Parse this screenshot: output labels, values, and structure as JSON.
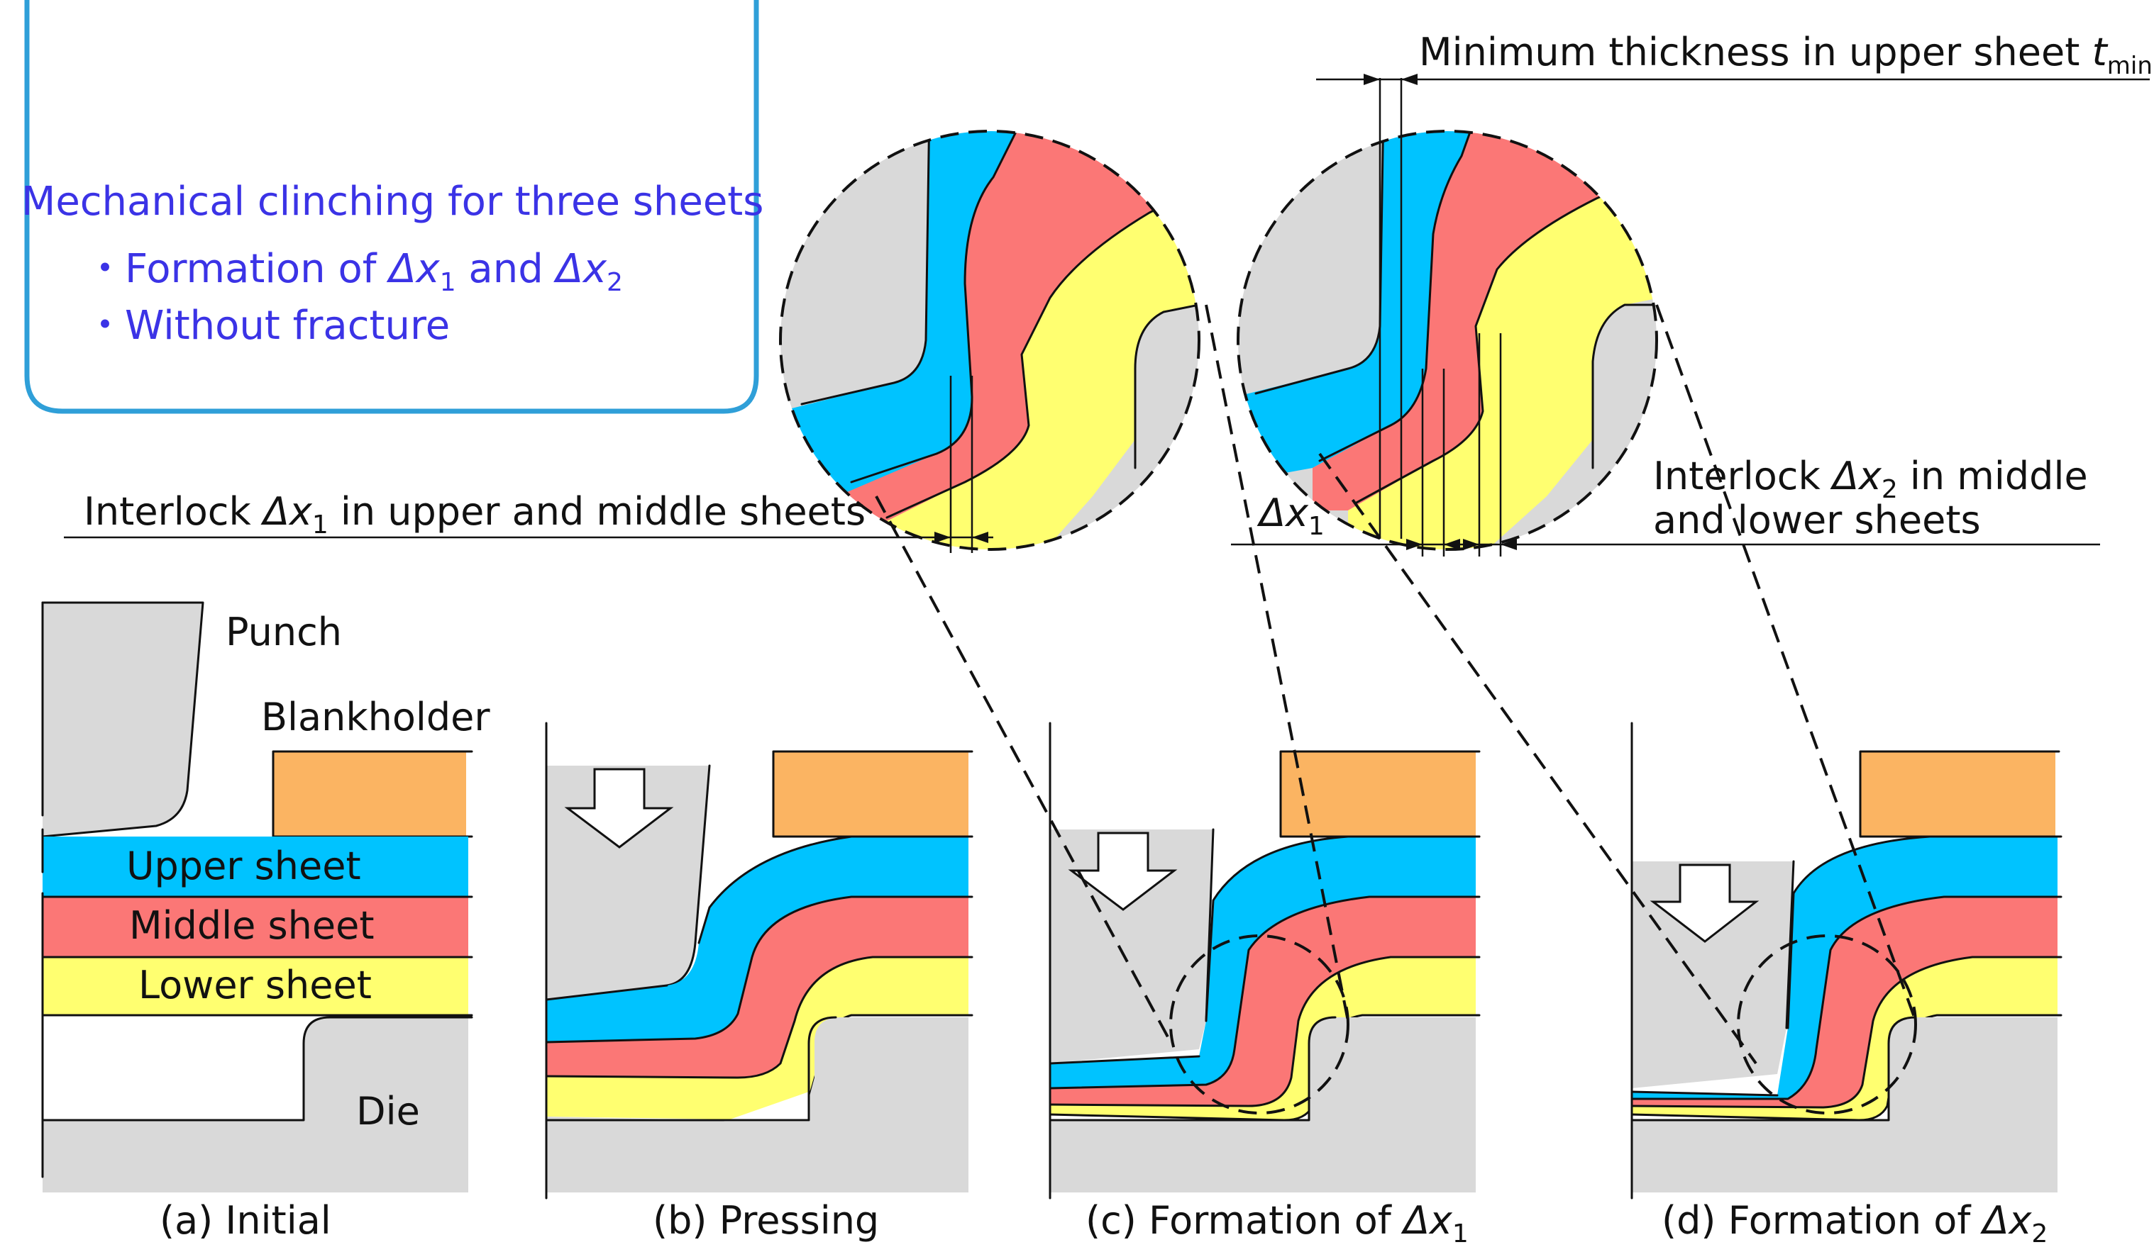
{
  "summary_box": {
    "title": "Mechanical clinching for three sheets",
    "bullet1_prefix": "・Formation of ",
    "bullet1_sym_a": "Δx",
    "bullet1_sub_a": "1",
    "bullet1_and": " and ",
    "bullet1_sym_b": "Δx",
    "bullet1_sub_b": "2",
    "bullet2": "・Without fracture"
  },
  "labels": {
    "punch": "Punch",
    "blankholder": "Blankholder",
    "upper_sheet": "Upper sheet",
    "middle_sheet": "Middle sheet",
    "lower_sheet": "Lower sheet",
    "die": "Die"
  },
  "annotations": {
    "min_thickness_text": "Minimum thickness in upper sheet ",
    "min_thickness_sym": "t",
    "min_thickness_sub": "min",
    "interlock1_prefix": "Interlock ",
    "interlock1_sym": "Δx",
    "interlock1_sub": "1",
    "interlock1_suffix": " in upper and middle sheets",
    "dx1_sym": "Δx",
    "dx1_sub": "1",
    "interlock2_line1_prefix": "Interlock ",
    "interlock2_sym": "Δx",
    "interlock2_sub": "2",
    "interlock2_line1_suffix": " in middle",
    "interlock2_line2": "and lower sheets"
  },
  "captions": {
    "a": "(a) Initial",
    "b": "(b) Pressing",
    "c_prefix": "(c) Formation of ",
    "c_sym": "Δx",
    "c_sub": "1",
    "d_prefix": "(d) Formation of ",
    "d_sym": "Δx",
    "d_sub": "2"
  },
  "colors": {
    "tool": "#d9d9d9",
    "blankholder": "#fbb462",
    "upper_sheet": "#00c3ff",
    "middle_sheet": "#fb7776",
    "lower_sheet": "#ffff70",
    "summary_text": "#3b33e6",
    "summary_border": "#2f9fd8"
  }
}
